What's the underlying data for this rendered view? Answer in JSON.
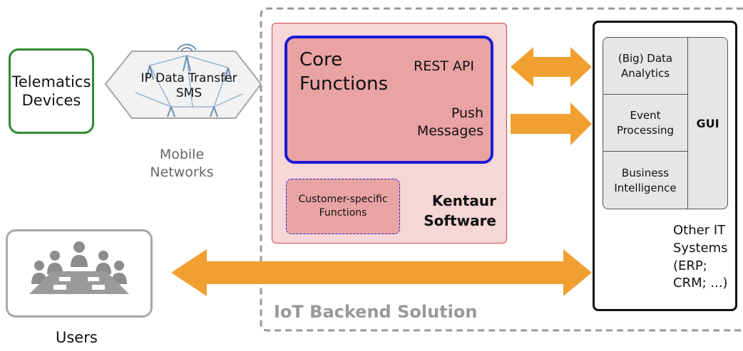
{
  "telematics": {
    "line1": "Telematics",
    "line2": "Devices"
  },
  "network": {
    "line1": "IP Data Transfer",
    "line2": "SMS",
    "caption_line1": "Mobile",
    "caption_line2": "Networks"
  },
  "kentaur": {
    "core_line1": "Core",
    "core_line2": "Functions",
    "rest_api": "REST API",
    "push_line1": "Push",
    "push_line2": "Messages",
    "custom_line1": "Customer-specific",
    "custom_line2": "Functions",
    "label_line1": "Kentaur",
    "label_line2": "Software"
  },
  "backend_label": "IoT Backend Solution",
  "client": {
    "gui_cells": [
      {
        "line1": "(Big) Data",
        "line2": "Analytics"
      },
      {
        "line1": "Event",
        "line2": "Processing"
      },
      {
        "line1": "Business",
        "line2": "Intelligence"
      }
    ],
    "gui_label": "GUI",
    "other_it": [
      "Other IT",
      "Systems",
      "(ERP;",
      "CRM; ...)"
    ]
  },
  "users_label": "Users",
  "colors": {
    "arrow": "#f0a030",
    "kentaur_fill": "#f6d6d6",
    "core_fill": "#eaa3a3",
    "core_border": "#1a1ad8",
    "telematics_border": "#2e8b2e",
    "db_blue": "#1598dc",
    "db_dark": "#2a2a2a",
    "backend_dash": "#999999"
  }
}
